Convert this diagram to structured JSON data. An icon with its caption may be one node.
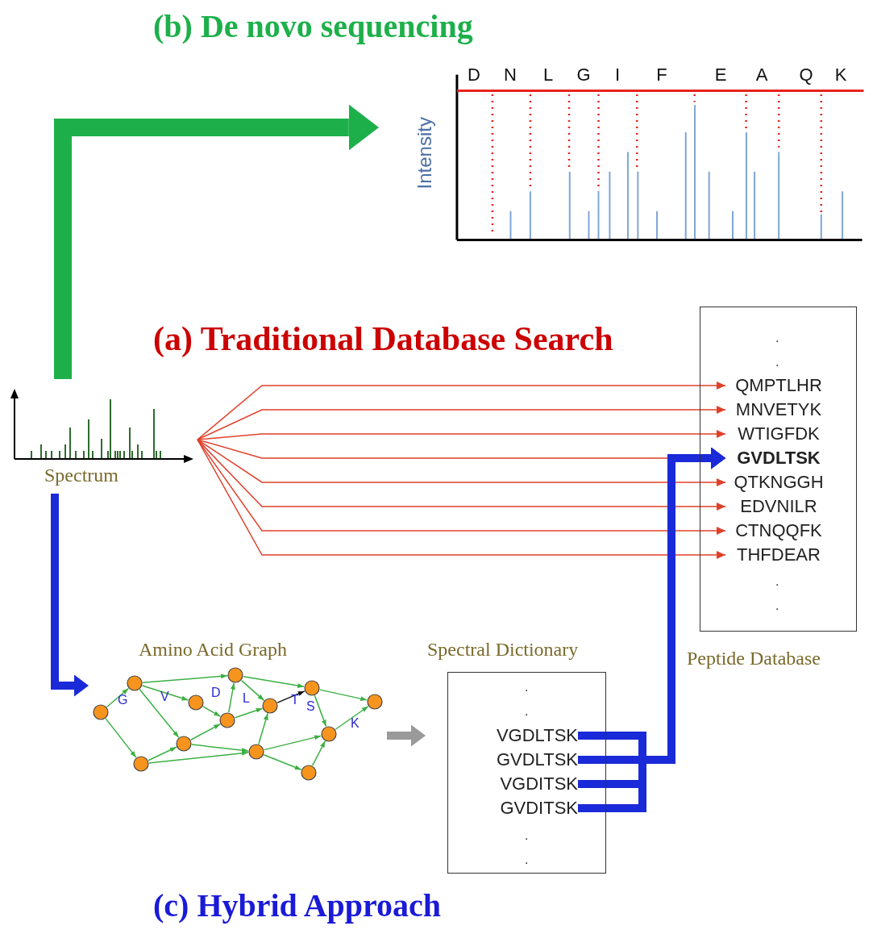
{
  "diagram": {
    "nodes": [
      {
        "text": [
          "Spectrum"
        ]
      },
      {
        "text": [
          "D",
          "N",
          "L",
          "G",
          "I",
          "F",
          "E",
          "A",
          "Q",
          "K",
          "Intensity"
        ]
      },
      {
        "text": [
          "Peptide Database"
        ]
      },
      {
        "text": [
          "QMPTLHR"
        ],
        "in": 2
      },
      {
        "text": [
          "MNVETYK"
        ],
        "in": 2
      },
      {
        "text": [
          "WTIGFDK"
        ],
        "in": 2
      },
      {
        "text": [
          "GVDLTSK"
        ],
        "in": 2
      },
      {
        "text": [
          "QTKNGGH"
        ],
        "in": 2
      },
      {
        "text": [
          "EDVNILR"
        ],
        "in": 2
      },
      {
        "text": [
          "CTNQQFK"
        ],
        "in": 2
      },
      {
        "text": [
          "THFDEAR"
        ],
        "in": 2
      },
      {
        "text": [
          "Amino Acid Graph",
          "G",
          "V",
          "D",
          "L",
          "T",
          "S",
          "K"
        ]
      },
      {
        "text": [
          "Spectral Dictionary"
        ]
      },
      {
        "text": [
          "VGDLTSK"
        ],
        "in": 12
      },
      {
        "text": [
          "GVDLTSK"
        ],
        "in": 12
      },
      {
        "text": [
          "VGDITSK"
        ],
        "in": 12
      },
      {
        "text": [
          "GVDITSK"
        ],
        "in": 12
      }
    ],
    "edges": [
      {
        "from": 0,
        "to": 1,
        "arrow": "to",
        "style": "thick",
        "color": "#1db04a"
      },
      {
        "from": 0,
        "to": 3,
        "arrow": "to"
      },
      {
        "from": 0,
        "to": 4,
        "arrow": "to"
      },
      {
        "from": 0,
        "to": 5,
        "arrow": "to"
      },
      {
        "from": 0,
        "to": 6,
        "arrow": "to"
      },
      {
        "from": 0,
        "to": 7,
        "arrow": "to"
      },
      {
        "from": 0,
        "to": 8,
        "arrow": "to"
      },
      {
        "from": 0,
        "to": 9,
        "arrow": "to"
      },
      {
        "from": 0,
        "to": 10,
        "arrow": "to"
      },
      {
        "from": 0,
        "to": 11,
        "arrow": "to",
        "style": "thick",
        "color": "#1a2ad8"
      },
      {
        "from": 11,
        "to": 12,
        "arrow": "to",
        "style": "thick",
        "color": "#9a9a9a"
      },
      {
        "from": 13,
        "to": 6,
        "arrow": "to",
        "style": "thick",
        "color": "#1a2ad8"
      },
      {
        "from": 14,
        "to": 6,
        "arrow": "to",
        "style": "thick",
        "color": "#1a2ad8"
      },
      {
        "from": 15,
        "to": 6,
        "arrow": "to",
        "style": "thick",
        "color": "#1a2ad8"
      },
      {
        "from": 16,
        "to": 6,
        "arrow": "to",
        "style": "thick",
        "color": "#1a2ad8"
      }
    ],
    "labels": [
      "(b) De novo sequencing",
      "(a) Traditional Database Search",
      ".",
      ".",
      ".",
      ".",
      ".",
      ".",
      ".",
      ".",
      "(c) Hybrid Approach"
    ]
  }
}
